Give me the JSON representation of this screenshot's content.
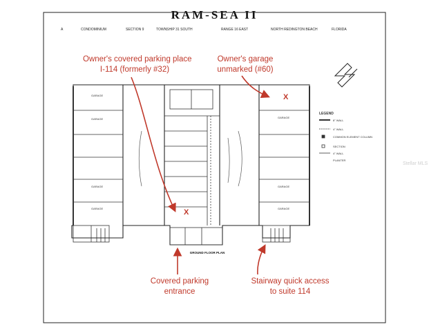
{
  "header": {
    "title": "RAM-SEA  II",
    "subtitle_items": [
      "A",
      "CONDOMINIUM",
      "SECTION 9",
      "TOWNSHIP 31 SOUTH",
      "RANGE 16 EAST",
      "NORTH REDINGTON BEACH",
      "FLORIDA"
    ]
  },
  "annotations": {
    "covered_parking_place": "Owner's covered parking place",
    "covered_parking_place_id": "I-114 (formerly #32)",
    "garage": "Owner's garage",
    "garage_status": "unmarked (#60)",
    "covered_parking_entrance_1": "Covered parking",
    "covered_parking_entrance_2": "entrance",
    "stairway_1": "Stairway quick access",
    "stairway_2": "to suite 114",
    "x_mark": "X"
  },
  "plan": {
    "floor_plan_label": "GROUND FLOOR PLAN",
    "left_spaces": [
      "GARAGE",
      "GARAGE",
      "",
      "",
      "GARAGE",
      "GARAGE"
    ],
    "right_spaces": [
      "",
      "GARAGE",
      "",
      "",
      "GARAGE",
      "GARAGE"
    ],
    "legend_title": "LEGEND",
    "legend_items": [
      "8\" WALL",
      "4\" WALL",
      "COMMON ELEMENT COLUMN",
      "SECTION",
      "4\" WALL",
      "PLANTER"
    ]
  },
  "watermark": "Stellar MLS"
}
